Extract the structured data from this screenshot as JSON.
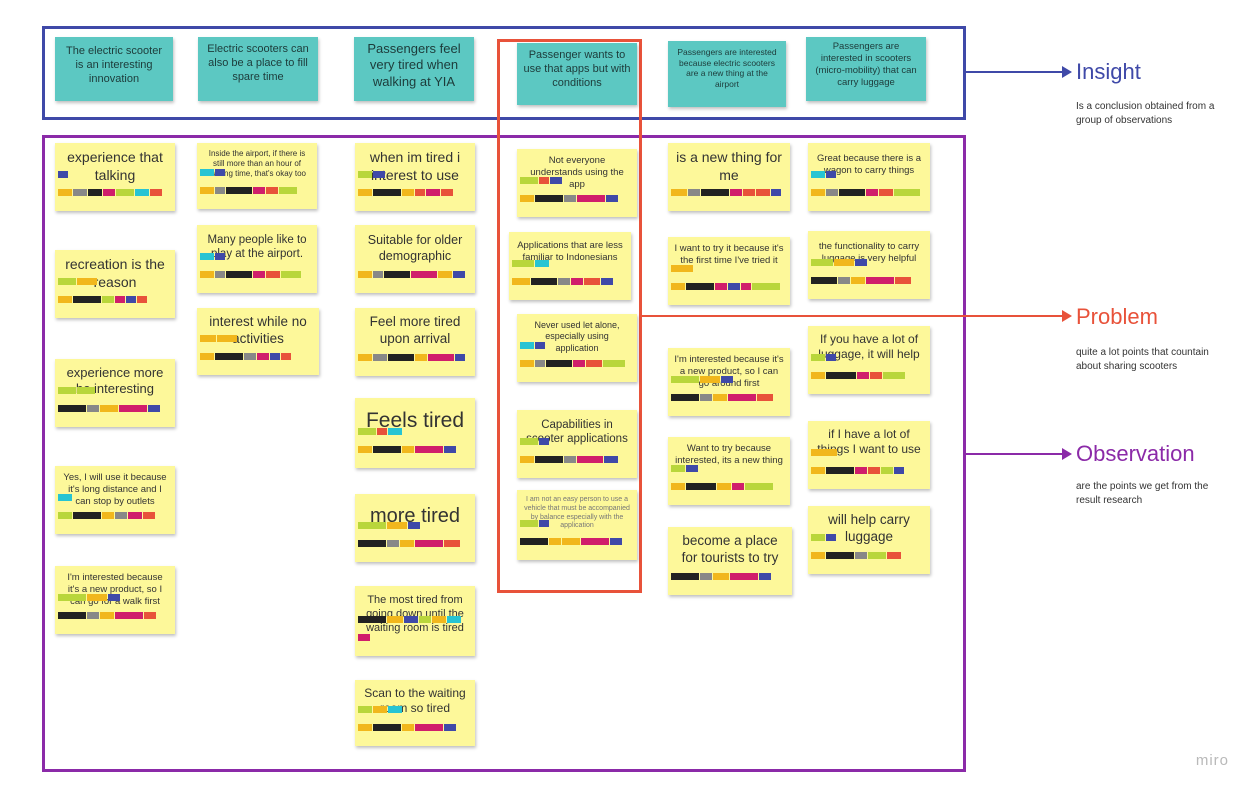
{
  "colors": {
    "insight": "#3f49a8",
    "problem": "#e8523a",
    "observation": "#8b2aa8",
    "note_yellow": "#fdf89a",
    "note_teal": "#5cc8c2"
  },
  "labels": {
    "insight": {
      "title": "Insight",
      "desc": "Is a conclusion obtained from a group of observations"
    },
    "problem": {
      "title": "Problem",
      "desc": "quite a lot points that countain about sharing scooters"
    },
    "observation": {
      "title": "Observation",
      "desc": "are the points we get from the result research"
    }
  },
  "insight_notes": [
    "The electric scooter is an interesting innovation",
    "Electric scooters can also be a place to fill spare time",
    "Passengers feel very tired when walking at YIA",
    "Passenger wants to use that apps but with conditions",
    "Passengers are interested because electric scooters are a new thing at the airport",
    "Passengers are interested in scooters (micro-mobility) that can carry luggage"
  ],
  "observation_notes": [
    "experience that talking",
    "recreation is the reason",
    "experience more be interesting",
    "Yes, I will use it because it's long distance and I can stop by outlets",
    "I'm interested because it's a new product, so I can go for a walk first",
    "Inside the airport, if there is still more than an hour of waiting time, that's okay too",
    "Many people like to play at the airport.",
    "interest while no activities",
    "when im tired i interest to use",
    "Suitable for older demographic",
    "Feel more tired upon arrival",
    "Feels tired",
    "more tired",
    "The most tired from going down until the waiting room is tired",
    "Scan to the waiting room so tired",
    "Not everyone understands using the app",
    "Applications that are less familiar to Indonesians",
    "Never used let alone, especially using application",
    "Capabilities in scooter applications",
    "I am not an easy person to use a vehicle that must be accompanied by balance especially with the application",
    "is a new thing for me",
    "I want to try it because it's the first time I've tried it",
    "I'm interested because it's a new product, so I can go around first",
    "Want to try because interested, its a new thing",
    "become a place for tourists to try",
    "Great because there is a wagon to carry things",
    "the functionality to carry luggage is very helpful",
    "If you have a lot of luggage, it will help",
    "if I have a lot of things I want to use",
    "will help carry luggage"
  ],
  "watermark": "miro"
}
